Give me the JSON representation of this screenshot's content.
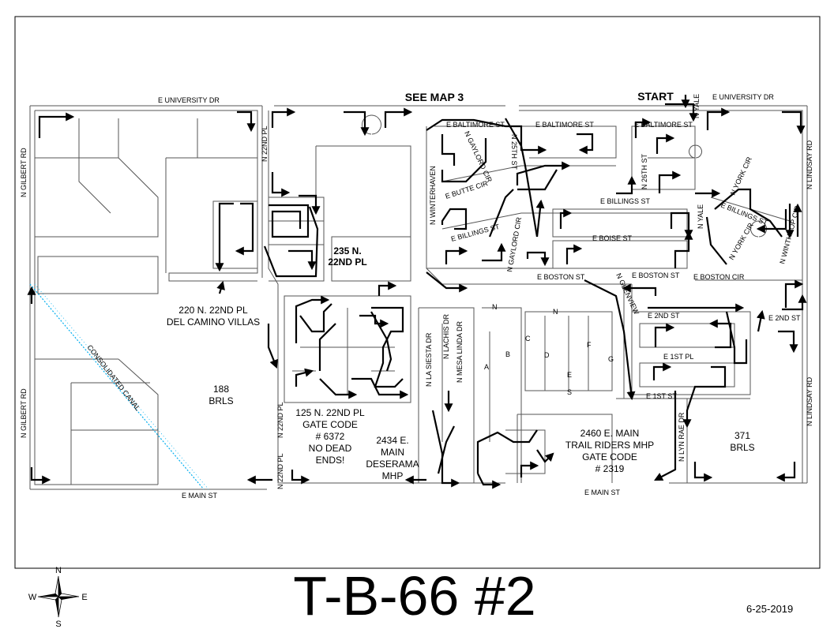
{
  "map": {
    "title": "T-B-66 #2",
    "date": "6-25-2019",
    "see_map": "SEE MAP 3",
    "start": "START",
    "compass": {
      "n": "N",
      "s": "S",
      "e": "E",
      "w": "W"
    },
    "streets": {
      "e_university_dr_left": "E UNIVERSITY DR",
      "e_university_dr_right": "E UNIVERSITY DR",
      "n_gilbert_rd_top": "N GILBERT RD",
      "n_gilbert_rd_bottom": "N GILBERT RD",
      "n_22nd_pl_top": "N 22ND PL",
      "n_22nd_pl_bottom_a": "N 22ND PL",
      "n_22nd_pl_bottom_b": "N 22ND PL",
      "e_main_st_left": "E MAIN ST",
      "e_main_st_right": "E MAIN ST",
      "e_baltimore_st_a": "E BALTIMORE ST",
      "e_baltimore_st_b": "E BALTIMORE ST",
      "e_baltimore_st_c": "E BALTIMORE ST",
      "n_gaylord_cir_top": "N GAYLORD CIR",
      "n_gaylord_cir_bottom": "N GAYLORD CIR",
      "n_25th_st": "N 25TH ST",
      "e_butte_cir": "E BUTTE CIR",
      "n_winterhaven": "N WINTERHAVEN",
      "e_billings_st_a": "E BILLINGS ST",
      "e_billings_st_b": "E BILLINGS ST",
      "e_billings_st_c": "E BILLINGS ST",
      "n_26th_st": "N 26TH ST",
      "n_yale_top": "N YALE",
      "n_yale_mid": "N YALE",
      "n_york_cir_a": "N YORK CIR",
      "n_york_cir_b": "N YORK CIR",
      "n_winthrop_cir": "N WINTHROP CIR",
      "n_lindsay_rd_top": "N LINDSAY RD",
      "n_lindsay_rd_bottom": "N LINDSAY RD",
      "e_boise_st": "E BOISE ST",
      "e_boston_st_a": "E BOSTON ST",
      "e_boston_st_b": "E BOSTON ST",
      "e_boston_cir": "E BOSTON CIR",
      "n_glenview": "N GLENVIEW",
      "e_2nd_st_a": "E 2ND ST",
      "e_2nd_st_b": "E 2ND ST",
      "e_1st_pl": "E 1ST PL",
      "e_1st_st": "E 1ST ST",
      "n_lyn_rae_dr": "N LYN RAE DR",
      "n_la_siesta_dr": "N LA SIESTA DR",
      "n_lachis_dr": "N LACHIS DR",
      "n_mesa_linda_dr": "N MESA LINDA DR",
      "consolidated_canal": "CONSOLIDATED CANAL"
    },
    "alley_letters": [
      "A",
      "B",
      "C",
      "D",
      "E",
      "F",
      "G",
      "N",
      "N",
      "S"
    ],
    "places": {
      "p235_l1": "235 N.",
      "p235_l2": "22ND PL",
      "p220_l1": "220 N. 22ND PL",
      "p220_l2": "DEL CAMINO VILLAS",
      "p188_l1": "188",
      "p188_l2": "BRLS",
      "p125_l1": "125 N. 22ND PL",
      "p125_l2": "GATE CODE",
      "p125_l3": "# 6372",
      "p125_l4": "NO DEAD",
      "p125_l5": "ENDS!",
      "p2434_l1": "2434 E.",
      "p2434_l2": "MAIN",
      "p2434_l3": "DESERAMA",
      "p2434_l4": "MHP",
      "p2460_l1": "2460 E. MAIN",
      "p2460_l2": "TRAIL RIDERS MHP",
      "p2460_l3": "GATE CODE",
      "p2460_l4": "# 2319",
      "p371_l1": "371",
      "p371_l2": "BRLS"
    }
  }
}
